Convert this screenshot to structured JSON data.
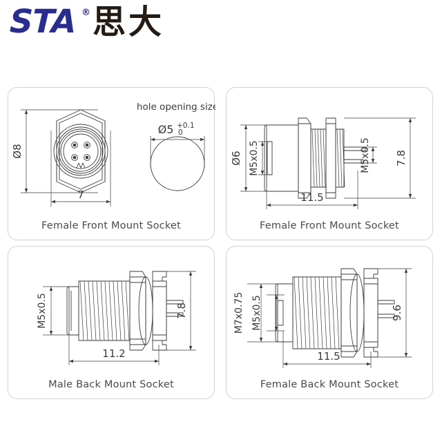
{
  "logo": {
    "brand_text": "STA",
    "registered_mark": "®",
    "chinese_text": "思大",
    "brand_color": "#2b2d8e",
    "chinese_color": "#241b14"
  },
  "panels": [
    {
      "id": "female-front-mount-socket-front-view",
      "caption": "Female Front Mount Socket",
      "view": "front",
      "dimensions": {
        "diameter": "Ø8",
        "width": "7",
        "hole_note": "hole opening size",
        "hole_diameter": "Ø5",
        "tolerance_upper": "+0.1",
        "tolerance_lower": "0"
      },
      "pin_count": 4
    },
    {
      "id": "female-front-mount-socket-side-view",
      "caption": "Female Front Mount Socket",
      "view": "side",
      "dimensions": {
        "body_diameter": "Ø6",
        "thread_left": "M5x0.5",
        "thread_right": "M5x0.5",
        "height": "7.8",
        "length": "11.5"
      }
    },
    {
      "id": "male-back-mount-socket-side-view",
      "caption": "Male Back Mount Socket",
      "view": "side",
      "dimensions": {
        "thread_left": "M5x0.5",
        "height": "7.8",
        "length": "11.2"
      }
    },
    {
      "id": "female-back-mount-socket-side-view",
      "caption": "Female Back Mount Socket",
      "view": "side",
      "dimensions": {
        "thread_outer": "M7x0.75",
        "thread_inner": "M5x0.5",
        "height": "9.6",
        "length": "11.5"
      }
    }
  ],
  "style": {
    "line_color": "#3a3a3a",
    "panel_border": "#d2d2d2",
    "caption_color": "#4a4a4a",
    "background": "#ffffff"
  }
}
